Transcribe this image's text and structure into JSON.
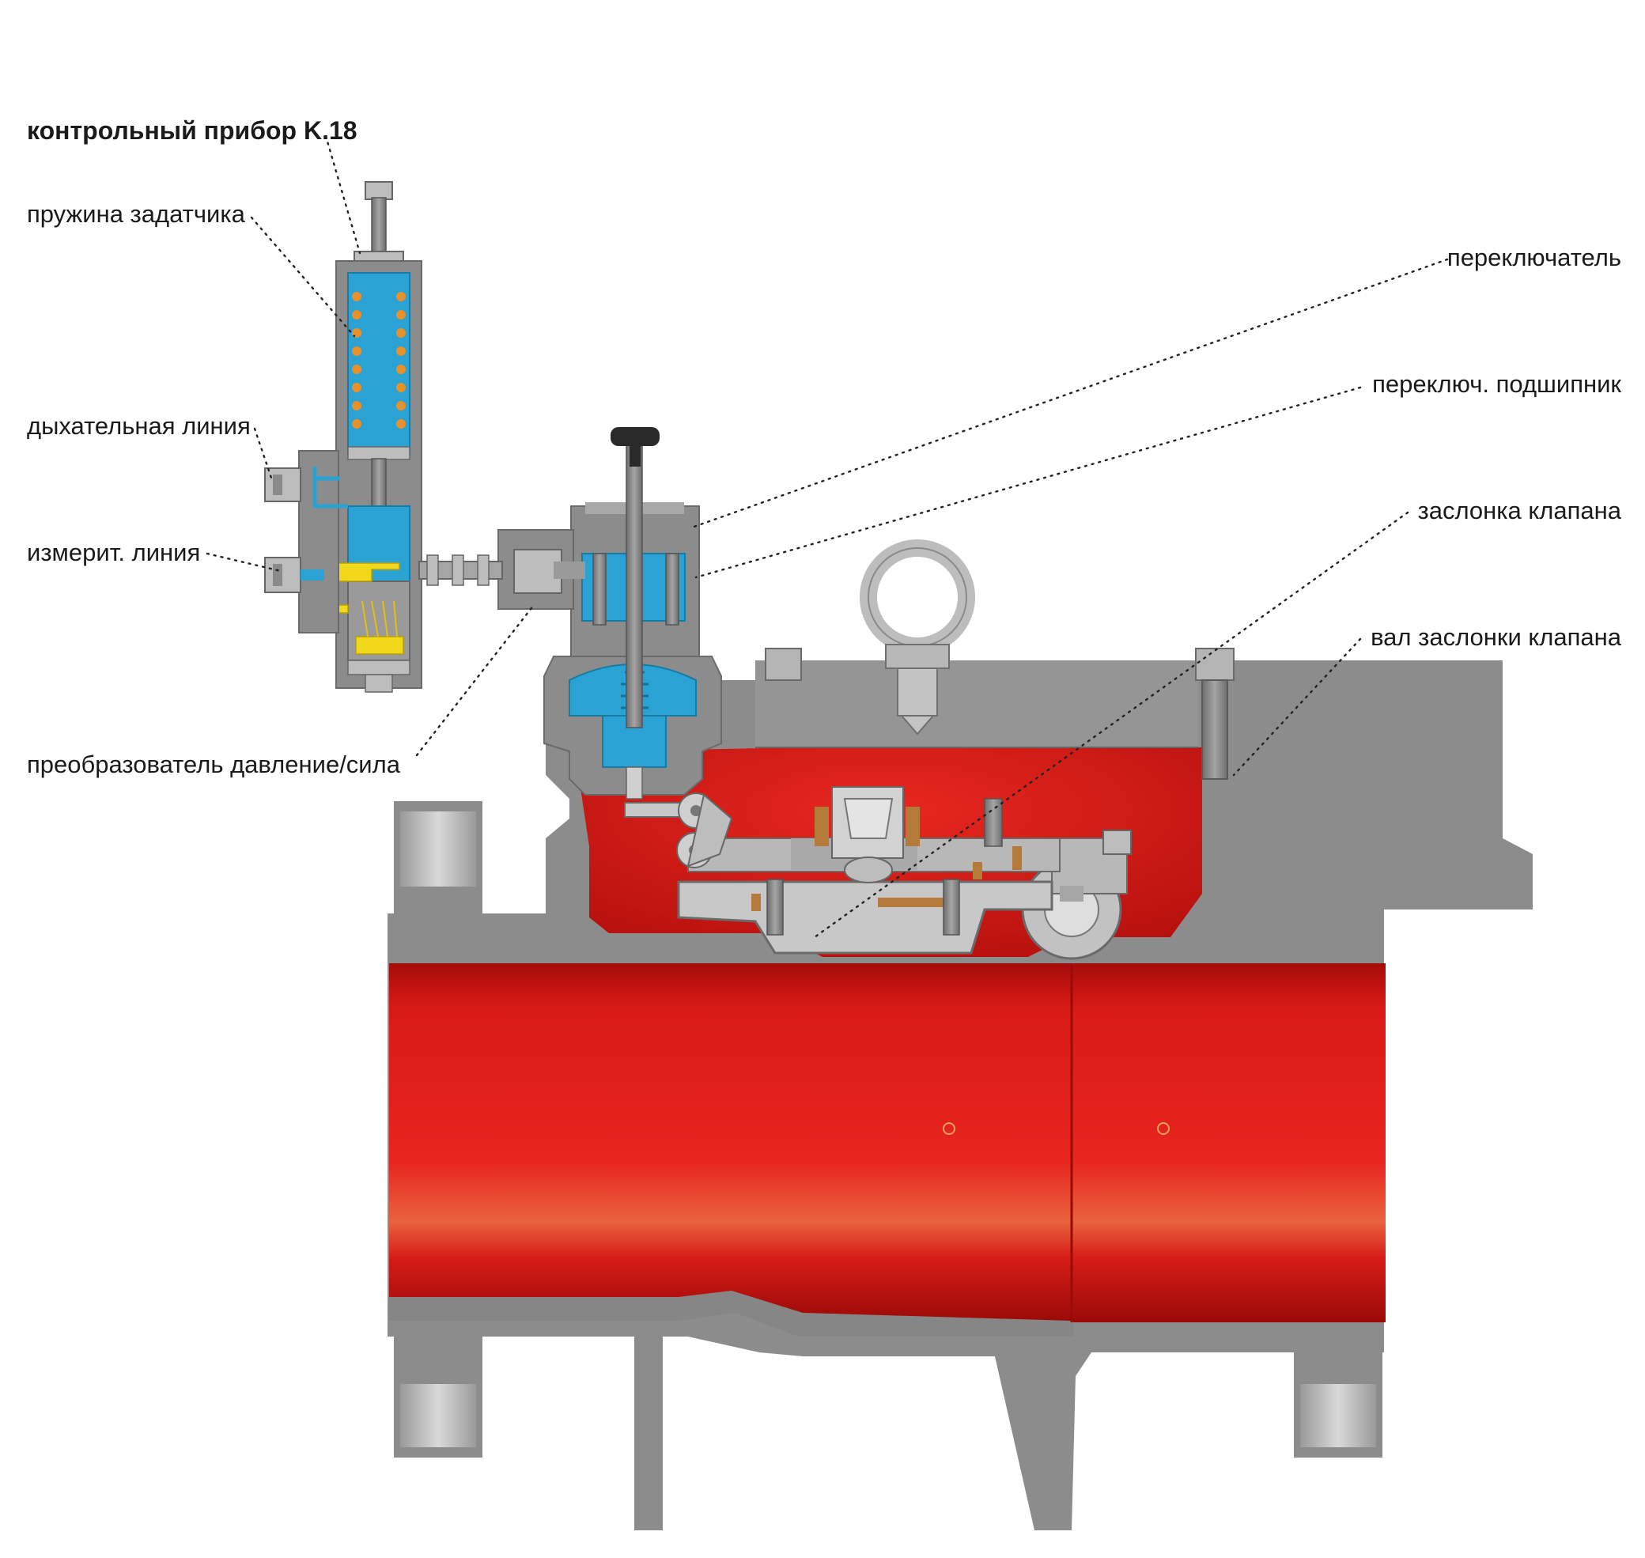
{
  "diagram": {
    "labels": {
      "title": "контрольный прибор K.18",
      "setpoint_spring": "пружина задатчика",
      "breathing_line": "дыхательная линия",
      "measuring_line": "измерит. линия",
      "pressure_force_converter": "преобразователь давление/сила",
      "switch": "переключатель",
      "switch_bearing": "переключ. подшипник",
      "valve_flap": "заслонка клапана",
      "valve_flap_shaft": "вал заслонки клапана"
    },
    "colors": {
      "body_gray": "#8c8c8c",
      "body_dark": "#5e5e5e",
      "light_gray": "#c9c9c9",
      "flow_red": "#e01f1b",
      "flow_dark_red": "#b0100e",
      "blue": "#2aa2d4",
      "orange": "#e8902a",
      "yellow": "#f2d81a",
      "leader_line": "#222222"
    }
  }
}
